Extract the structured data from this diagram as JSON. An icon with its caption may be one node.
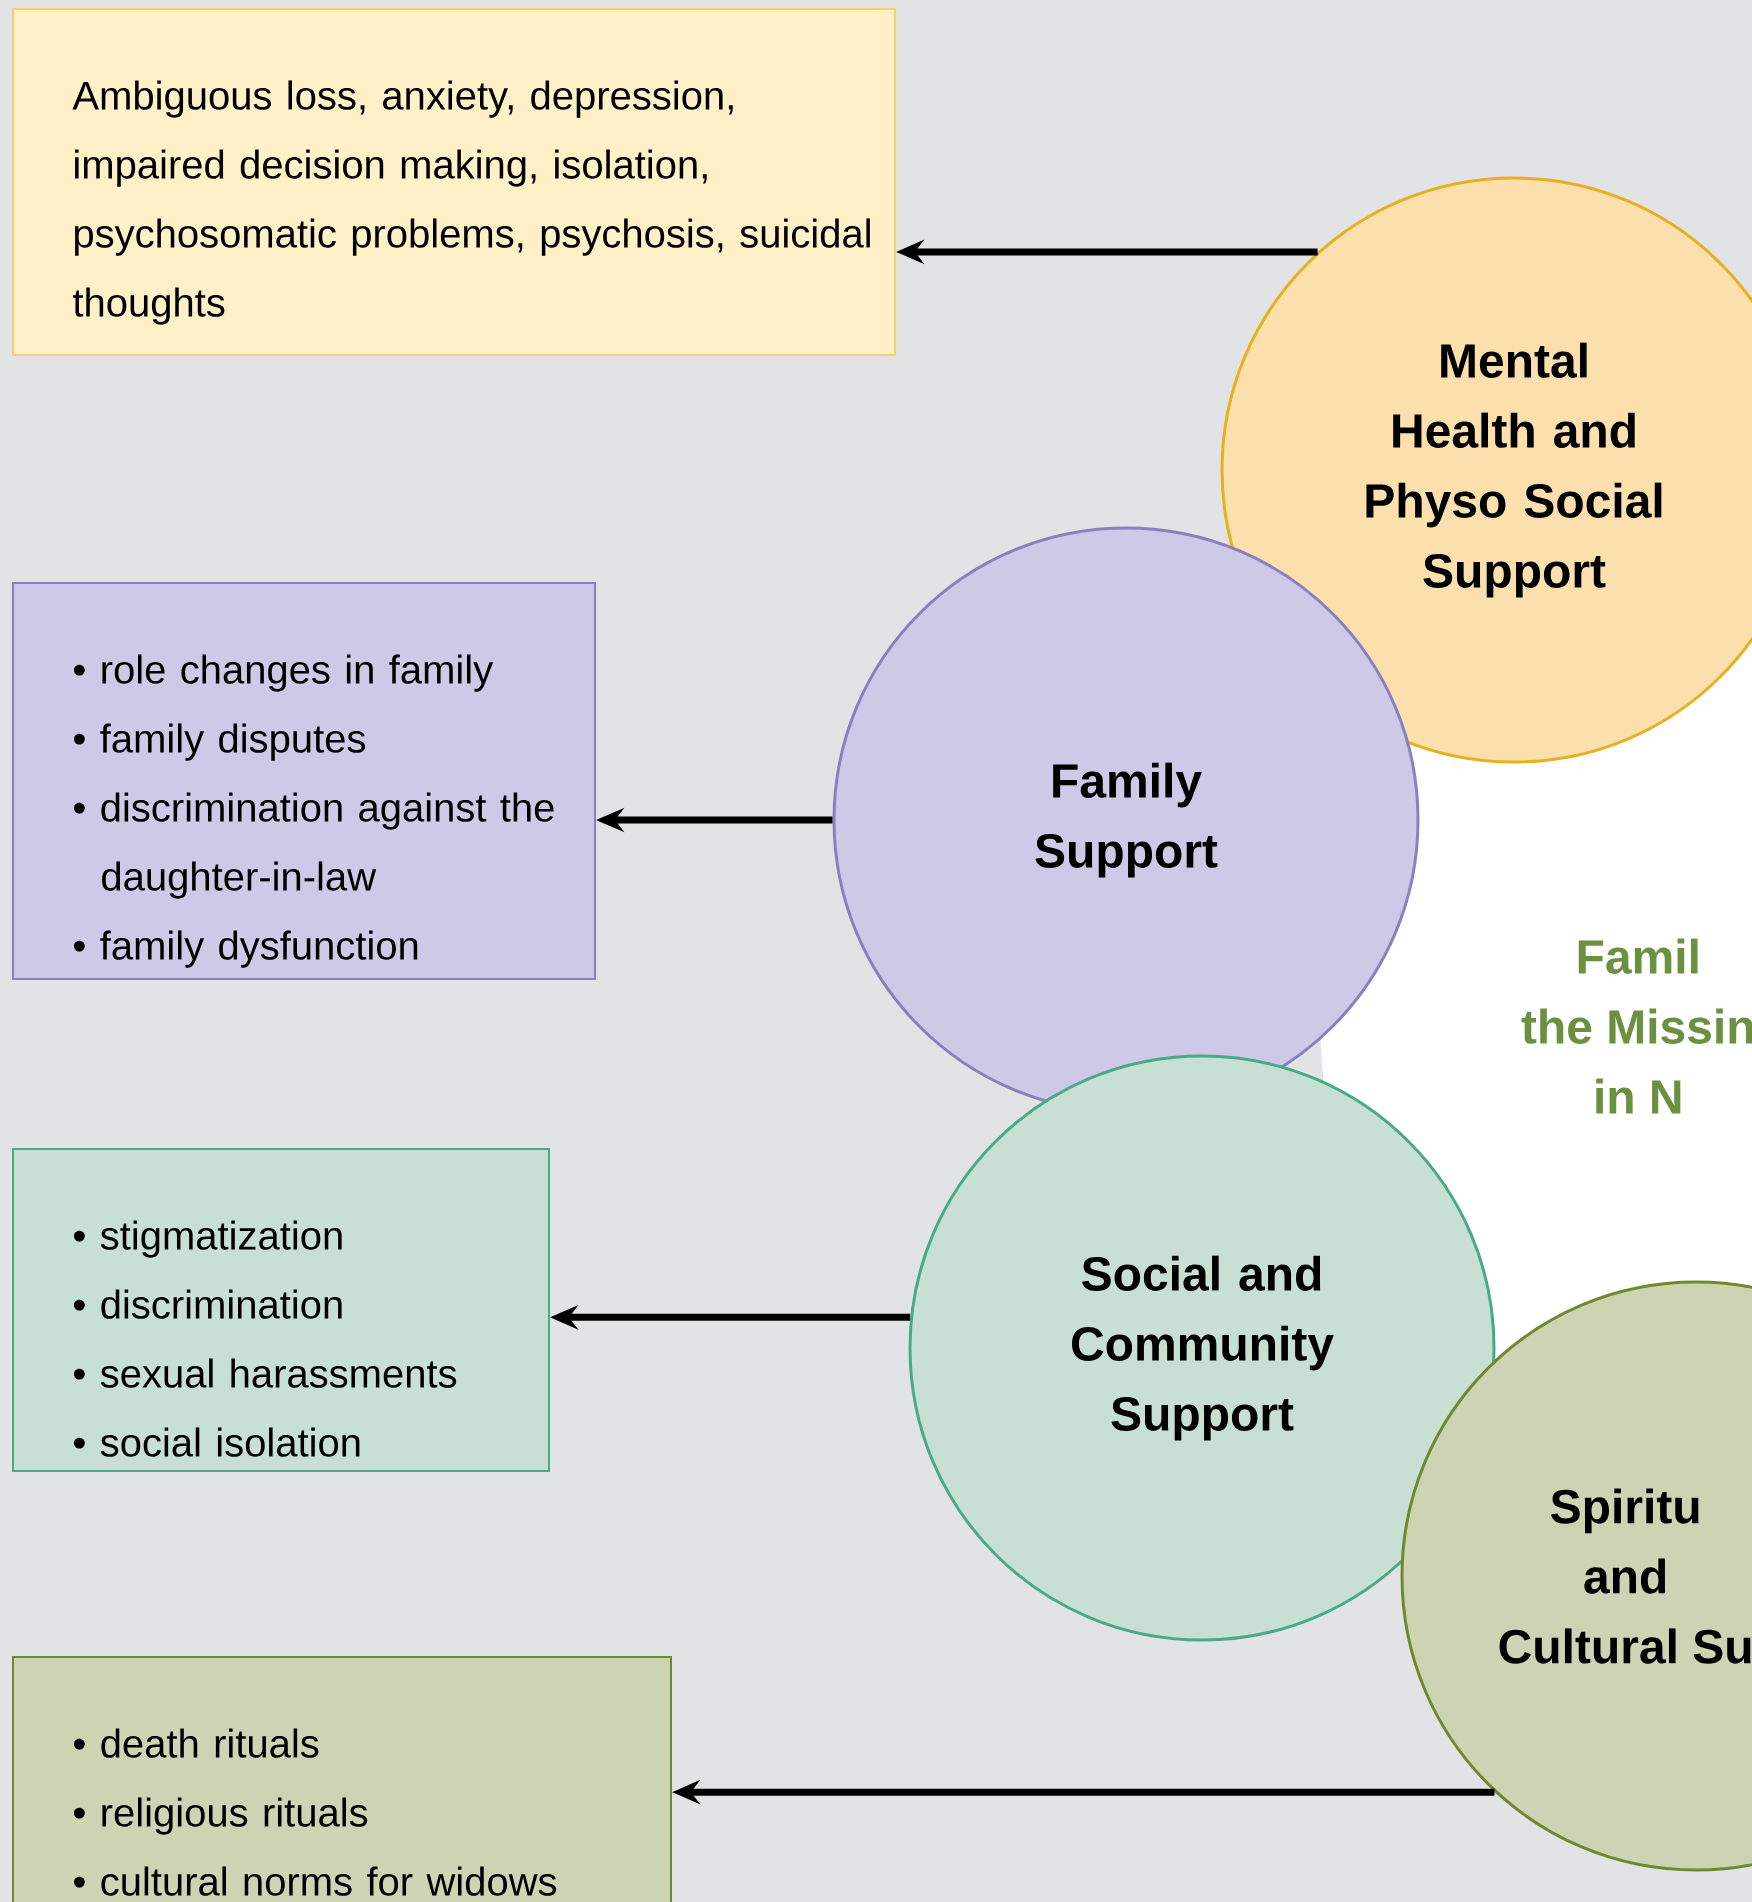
{
  "diagram": {
    "nodes": [
      {
        "text": [
          "Ambiguous loss, anxiety, depression, impaired decision making, isolation, psychosomatic problems, psychosis, suicidal thoughts"
        ]
      },
      {
        "text": [
          "Mental Health and Physo Social Support"
        ]
      },
      {
        "text": [
          "• role changes in family",
          "• family disputes",
          "• discrimination against the daughter-in-law",
          "• family dysfunction"
        ]
      },
      {
        "text": [
          "Family Support"
        ]
      },
      {
        "text": [
          "• stigmatization",
          "• discrimination",
          "• sexual harassments",
          "• social isolation"
        ]
      },
      {
        "text": [
          "Social and Community Support"
        ]
      },
      {
        "text": [
          "• death rituals",
          "• religious rituals",
          "• cultural norms for widows"
        ]
      },
      {
        "text": [
          "Spiritu",
          "and",
          "Cultural Su"
        ]
      }
    ],
    "edges": [
      {
        "from": 1,
        "to": 0,
        "arrow": "to"
      },
      {
        "from": 3,
        "to": 2,
        "arrow": "to"
      },
      {
        "from": 5,
        "to": 4,
        "arrow": "to"
      },
      {
        "from": 7,
        "to": 6,
        "arrow": "to"
      }
    ],
    "labels": [
      "Famil",
      "the Missin",
      "in N"
    ]
  }
}
